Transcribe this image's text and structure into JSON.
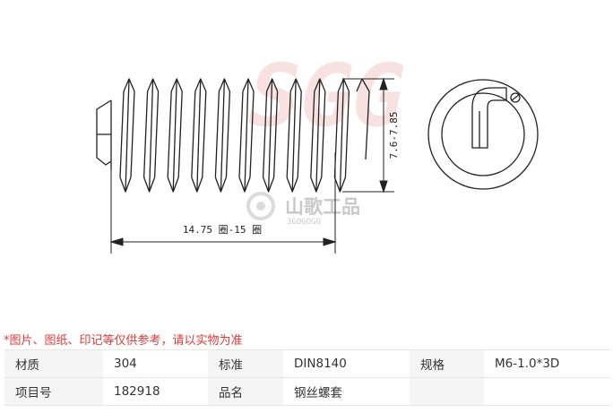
{
  "drawing": {
    "length_label": "14.75 圈-15 圈",
    "diameter_label": "7.6-7.85",
    "watermark_brand": "SGG",
    "watermark_cn": "山歌工品",
    "watermark_en": "3GOGOGO",
    "coils": 10
  },
  "note": "*图片、图纸、印记等仅供参考，请以实物为准",
  "specs": [
    [
      {
        "key": "材质",
        "value": "304"
      },
      {
        "key": "标准",
        "value": "DIN8140"
      },
      {
        "key": "规格",
        "value": "M6-1.0*3D"
      }
    ],
    [
      {
        "key": "项目号",
        "value": "182918"
      },
      {
        "key": "品名",
        "value": "钢丝螺套"
      },
      {
        "key": "",
        "value": ""
      }
    ]
  ]
}
